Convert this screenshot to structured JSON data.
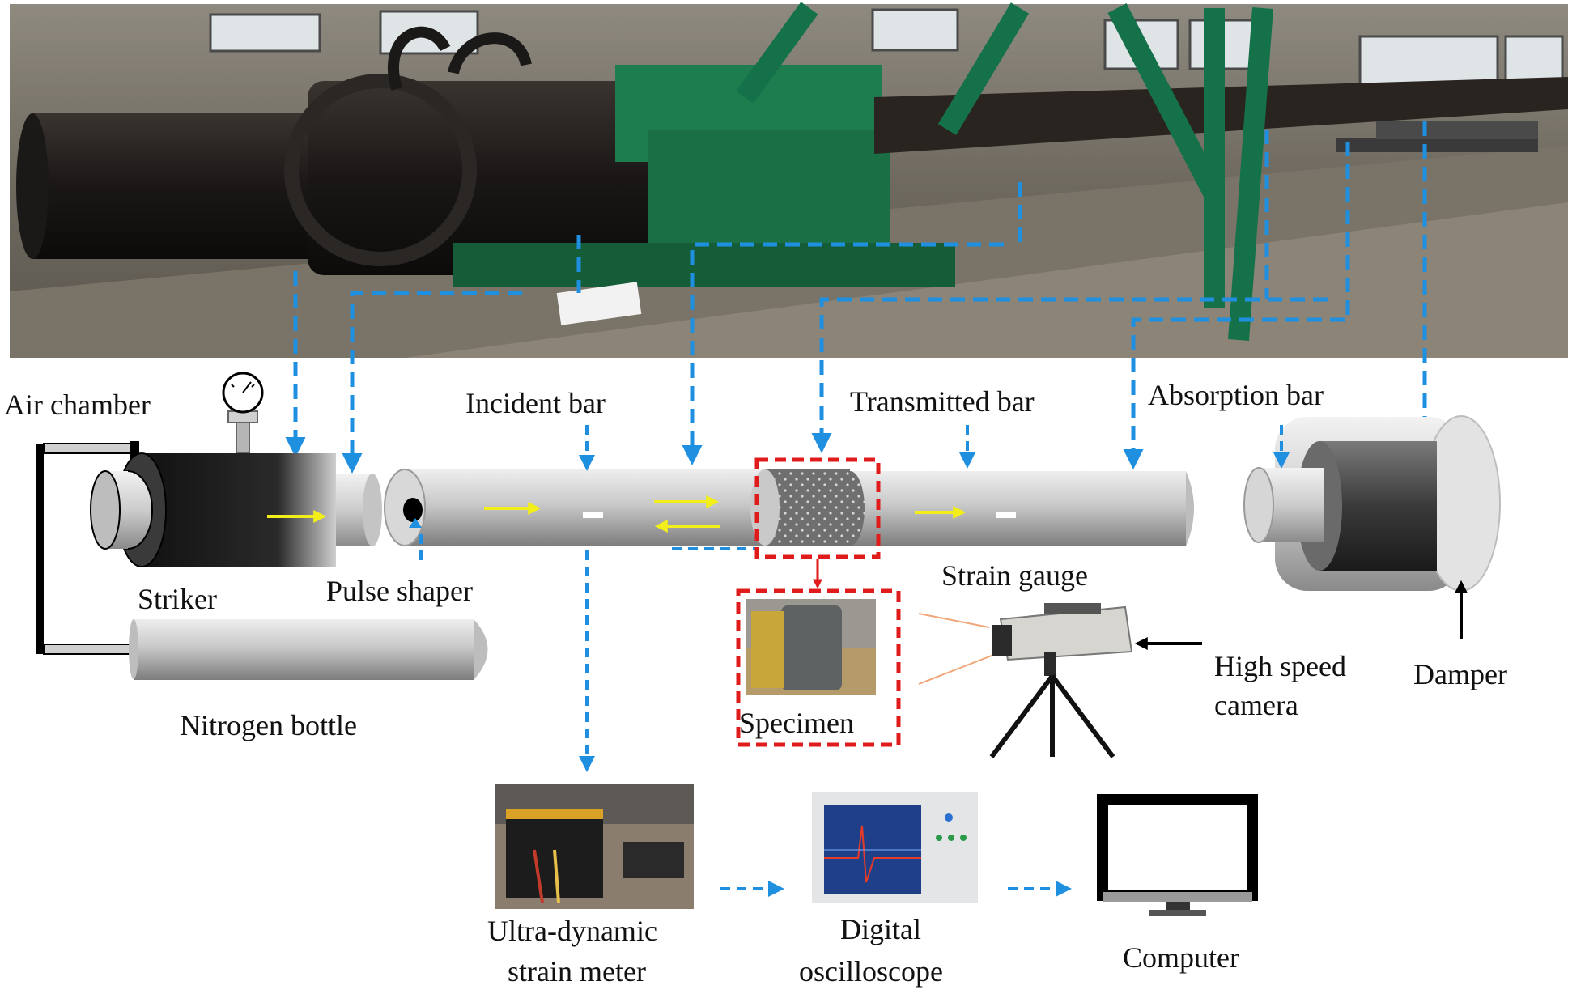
{
  "labels": {
    "air_chamber": "Air chamber",
    "incident_bar": "Incident bar",
    "transmitted_bar": "Transmitted bar",
    "absorption_bar": "Absorption bar",
    "striker": "Striker",
    "pulse_shaper": "Pulse shaper",
    "strain_gauge": "Strain gauge",
    "specimen": "Specimen",
    "high_speed_camera_line1": "High speed",
    "high_speed_camera_line2": "camera",
    "damper": "Damper",
    "nitrogen_bottle": "Nitrogen bottle",
    "strain_meter_line1": "Ultra-dynamic",
    "strain_meter_line2": "strain meter",
    "oscilloscope_line1": "Digital",
    "oscilloscope_line2": "oscilloscope",
    "computer": "Computer"
  },
  "colors": {
    "leader_blue": "#1f8fe0",
    "pulse_arrow": "#f2ee1a",
    "specimen_box": "#e01b1b",
    "machine_green": "#1e7d4f"
  }
}
